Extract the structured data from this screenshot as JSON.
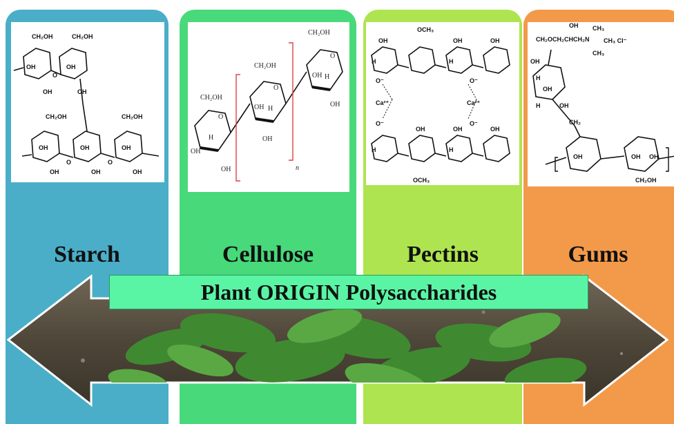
{
  "title": "Plant ORIGIN Polysaccharides",
  "panels": [
    {
      "label": "Starch",
      "structure_icon": "starch-structure-icon",
      "color": "#4aaec8",
      "chem": {
        "ch2oh": "CH₂OH",
        "oh": "OH",
        "o": "O"
      }
    },
    {
      "label": "Cellulose",
      "structure_icon": "cellulose-structure-icon",
      "color": "#48d97a",
      "chem": {
        "ch2oh": "CH₂OH",
        "oh": "OH",
        "h": "H",
        "o": "O",
        "n": "n"
      }
    },
    {
      "label": "Pectins",
      "structure_icon": "pectin-structure-icon",
      "color": "#aee44f",
      "chem": {
        "och3": "OCH₃",
        "oh": "OH",
        "h": "H",
        "ca": "Ca²⁺",
        "ominus": "O⁻"
      }
    },
    {
      "label": "Gums",
      "structure_icon": "gum-structure-icon",
      "color": "#f39a4a",
      "chem": {
        "side": "CH₂OCH₂CHCH₂N",
        "ch3": "CH₃",
        "cl": "CH₃ Cl⁻",
        "oh": "OH",
        "h": "H",
        "ch2": "CH₂",
        "ch2oh": "CH₂OH"
      }
    }
  ],
  "background_image": "plant-seedlings-soil-icon"
}
